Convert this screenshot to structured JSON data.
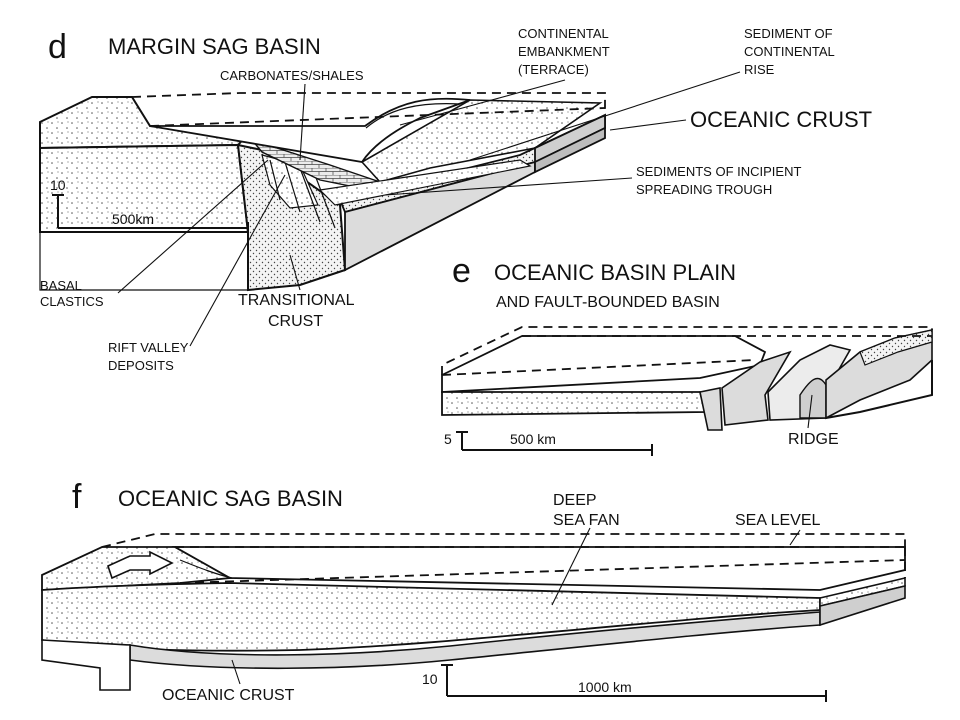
{
  "panel_d": {
    "letter": "d",
    "title": "MARGIN SAG BASIN",
    "labels": {
      "carbonates_shales": "CARBONATES/SHALES",
      "continental_embankment": [
        "CONTINENTAL",
        "EMBANKMENT",
        "(TERRACE)"
      ],
      "sediment_continental_rise": [
        "SEDIMENT OF",
        "CONTINENTAL",
        "RISE"
      ],
      "oceanic_crust": "OCEANIC CRUST",
      "sediments_spreading_trough": [
        "SEDIMENTS OF INCIPIENT",
        "SPREADING TROUGH"
      ],
      "basal_clastics": [
        "BASAL",
        "CLASTICS"
      ],
      "rift_valley_deposits": [
        "RIFT VALLEY",
        "DEPOSITS"
      ],
      "transitional_crust": [
        "TRANSITIONAL",
        "CRUST"
      ]
    },
    "scale": {
      "vertical": "10",
      "horizontal": "500km"
    }
  },
  "panel_e": {
    "letter": "e",
    "title": "OCEANIC BASIN PLAIN",
    "subtitle": "AND FAULT-BOUNDED BASIN",
    "labels": {
      "ridge": "RIDGE"
    },
    "scale": {
      "vertical": "5",
      "horizontal": "500 km"
    }
  },
  "panel_f": {
    "letter": "f",
    "title": "OCEANIC SAG BASIN",
    "labels": {
      "deep_sea_fan": [
        "DEEP",
        "SEA FAN"
      ],
      "sea_level": "SEA LEVEL",
      "oceanic_crust": "OCEANIC CRUST"
    },
    "scale": {
      "vertical": "10",
      "horizontal": "1000 km"
    }
  }
}
